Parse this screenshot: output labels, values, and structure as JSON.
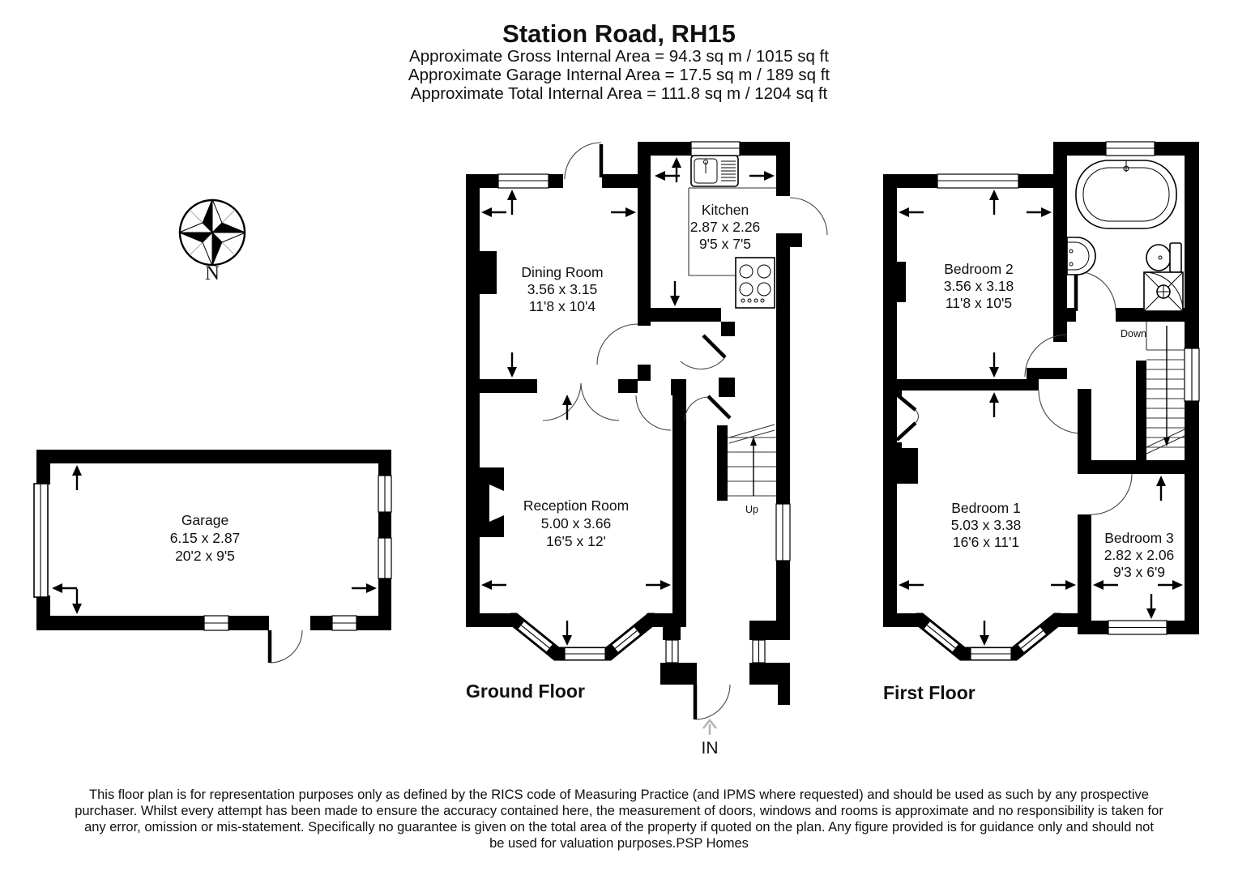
{
  "header": {
    "title": "Station Road, RH15",
    "area_lines": [
      "Approximate Gross Internal Area = 94.3 sq m / 1015 sq ft",
      "Approximate Garage Internal Area = 17.5 sq m / 189 sq ft",
      "Approximate Total Internal Area = 111.8 sq m / 1204 sq ft"
    ]
  },
  "floors": {
    "ground": "Ground Floor",
    "first": "First Floor"
  },
  "rooms": {
    "garage": {
      "name": "Garage",
      "metric": "6.15 x 2.87",
      "imperial": "20'2 x 9'5"
    },
    "dining": {
      "name": "Dining Room",
      "metric": "3.56 x 3.15",
      "imperial": "11'8 x 10'4"
    },
    "kitchen": {
      "name": "Kitchen",
      "metric": "2.87 x 2.26",
      "imperial": "9'5 x 7'5"
    },
    "reception": {
      "name": "Reception Room",
      "metric": "5.00 x 3.66",
      "imperial": "16'5 x 12'"
    },
    "bedroom1": {
      "name": "Bedroom 1",
      "metric": "5.03 x 3.38",
      "imperial": "16'6 x 11'1"
    },
    "bedroom2": {
      "name": "Bedroom 2",
      "metric": "3.56 x 3.18",
      "imperial": "11'8 x 10'5"
    },
    "bedroom3": {
      "name": "Bedroom 3",
      "metric": "2.82 x 2.06",
      "imperial": "9'3 x 6'9"
    }
  },
  "stairs": {
    "up": "Up",
    "down": "Down"
  },
  "entrance": {
    "label": "IN"
  },
  "compass": {
    "north": "N"
  },
  "footer": {
    "lines": [
      "This floor plan is for representation purposes only as defined by the RICS code of Measuring Practice (and IPMS where requested) and should be used as such by any prospective",
      "purchaser. Whilst every attempt has been made to ensure the accuracy contained here, the measurement of doors, windows and rooms is approximate and no responsibility is taken for",
      "any error, omission or mis-statement. Specifically no guarantee is given on the total area of the property if quoted on the plan. Any figure provided is for guidance only and should not",
      "be used for valuation purposes.PSP Homes"
    ]
  },
  "colors": {
    "wall": "#000000",
    "background": "#ffffff",
    "entry_arrow": "#b5b5b5"
  }
}
